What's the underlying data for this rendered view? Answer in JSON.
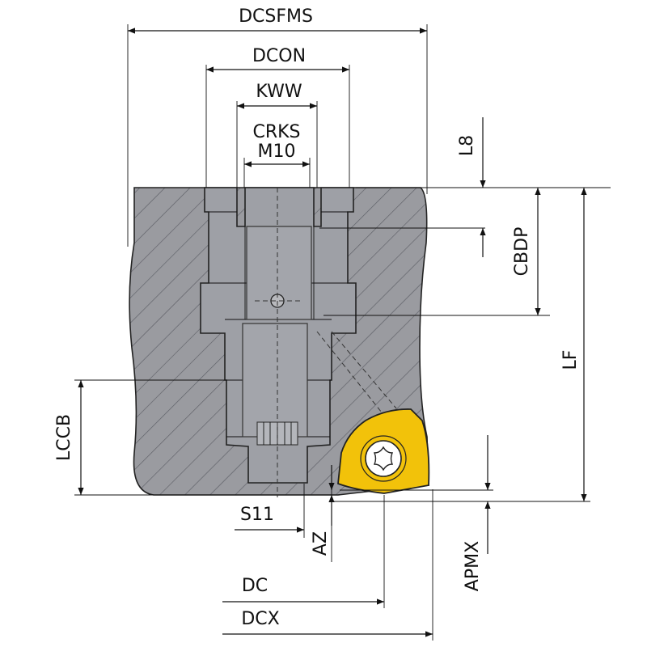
{
  "labels": {
    "dcsfms": "DCSFMS",
    "dcon": "DCON",
    "kww": "KWW",
    "crks": "CRKS",
    "m10": "M10",
    "l8": "L8",
    "cbdp": "CBDP",
    "lf": "LF",
    "lccb": "LCCB",
    "s11": "S11",
    "az": "AZ",
    "apmx": "APMX",
    "dc": "DC",
    "dcx": "DCX"
  },
  "colors": {
    "body_fill": "#9a9ba0",
    "hatch": "#5d5f66",
    "bore_fill": "#9ea0a6",
    "insert_fill": "#f2c20a",
    "screw_fill": "#ffffff"
  },
  "icons": {
    "screw": "torx-screw-icon"
  }
}
